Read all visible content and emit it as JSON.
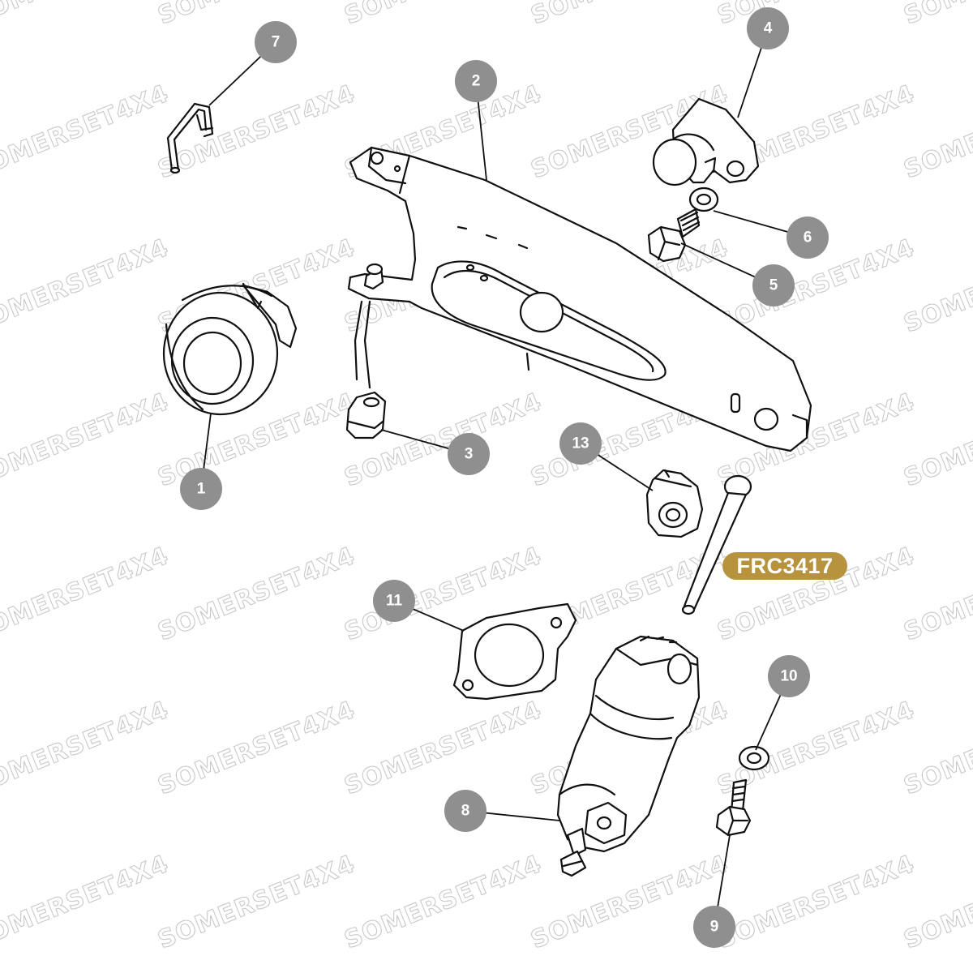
{
  "watermark": "SOMERSET4X4",
  "callouts": [
    {
      "id": "1",
      "label": "1"
    },
    {
      "id": "2",
      "label": "2"
    },
    {
      "id": "3",
      "label": "3"
    },
    {
      "id": "4",
      "label": "4"
    },
    {
      "id": "5",
      "label": "5"
    },
    {
      "id": "6",
      "label": "6"
    },
    {
      "id": "7",
      "label": "7"
    },
    {
      "id": "8",
      "label": "8"
    },
    {
      "id": "9",
      "label": "9"
    },
    {
      "id": "10",
      "label": "10"
    },
    {
      "id": "11",
      "label": "11"
    },
    {
      "id": "13",
      "label": "13"
    }
  ],
  "part_number": "FRC3417",
  "colors": {
    "callout": "#8f8f8f",
    "part_number_pill": "#b8933e",
    "watermark": "#c9c9c9"
  }
}
